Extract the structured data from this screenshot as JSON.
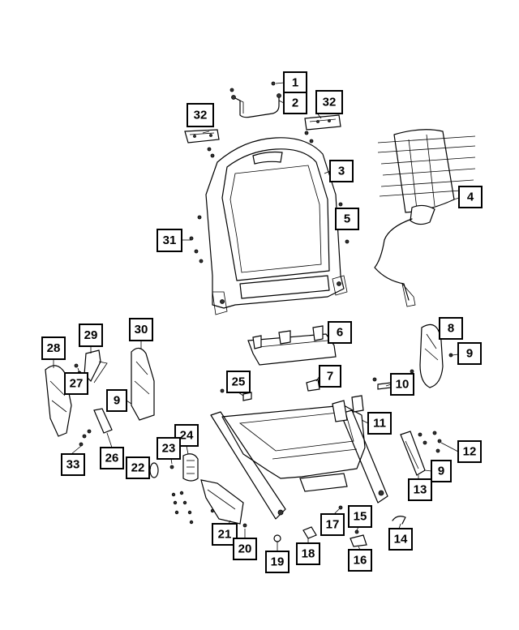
{
  "callouts": [
    {
      "id": "c1",
      "label": "1"
    },
    {
      "id": "c2",
      "label": "2"
    },
    {
      "id": "c32a",
      "label": "32"
    },
    {
      "id": "c32b",
      "label": "32"
    },
    {
      "id": "c3",
      "label": "3"
    },
    {
      "id": "c4",
      "label": "4"
    },
    {
      "id": "c5",
      "label": "5"
    },
    {
      "id": "c31",
      "label": "31"
    },
    {
      "id": "c6",
      "label": "6"
    },
    {
      "id": "c8",
      "label": "8"
    },
    {
      "id": "c29",
      "label": "29"
    },
    {
      "id": "c30",
      "label": "30"
    },
    {
      "id": "c28",
      "label": "28"
    },
    {
      "id": "c10b",
      "label": "9"
    },
    {
      "id": "c27",
      "label": "27"
    },
    {
      "id": "c25",
      "label": "25"
    },
    {
      "id": "c7",
      "label": "7"
    },
    {
      "id": "c10",
      "label": "10"
    },
    {
      "id": "c9a",
      "label": "9"
    },
    {
      "id": "c11",
      "label": "11"
    },
    {
      "id": "c24",
      "label": "24"
    },
    {
      "id": "c23",
      "label": "23"
    },
    {
      "id": "c26",
      "label": "26"
    },
    {
      "id": "c33",
      "label": "33"
    },
    {
      "id": "c22",
      "label": "22"
    },
    {
      "id": "c12",
      "label": "12"
    },
    {
      "id": "c9b",
      "label": "9"
    },
    {
      "id": "c13",
      "label": "13"
    },
    {
      "id": "c15",
      "label": "15"
    },
    {
      "id": "c17",
      "label": "17"
    },
    {
      "id": "c21",
      "label": "21"
    },
    {
      "id": "c14",
      "label": "14"
    },
    {
      "id": "c20",
      "label": "20"
    },
    {
      "id": "c18",
      "label": "18"
    },
    {
      "id": "c16",
      "label": "16"
    },
    {
      "id": "c19",
      "label": "19"
    }
  ]
}
